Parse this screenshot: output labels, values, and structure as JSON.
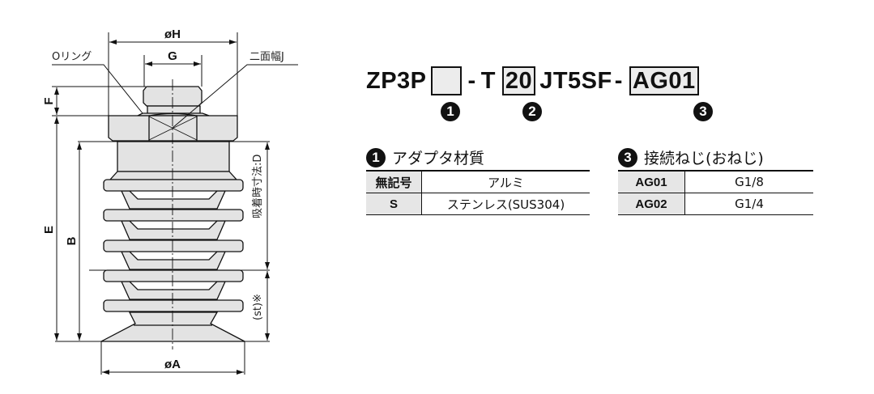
{
  "drawing": {
    "dim_H": "øH",
    "dim_G": "G",
    "o_ring": "Oリング",
    "across_flats": "二面幅J",
    "dim_F": "F",
    "dim_E": "E",
    "dim_B": "B",
    "dim_D": "吸着時寸法:D",
    "stroke": "(st)※",
    "dim_A": "øA"
  },
  "part_number": {
    "prefix": "ZP3P",
    "slot1": "",
    "sep1": "-",
    "t": "T",
    "slot2": "20",
    "mid": "JT5SF",
    "sep2": "-",
    "slot3": "AG01",
    "markers": [
      "1",
      "2",
      "3"
    ]
  },
  "adapter_material": {
    "marker": "1",
    "title": "アダプタ材質",
    "rows": [
      {
        "code": "無記号",
        "value": "アルミ"
      },
      {
        "code": "S",
        "value": "ステンレス(SUS304)"
      }
    ]
  },
  "connection_thread": {
    "marker": "3",
    "title": "接続ねじ(おねじ)",
    "rows": [
      {
        "code": "AG01",
        "value": "G1/8"
      },
      {
        "code": "AG02",
        "value": "G1/4"
      }
    ]
  }
}
